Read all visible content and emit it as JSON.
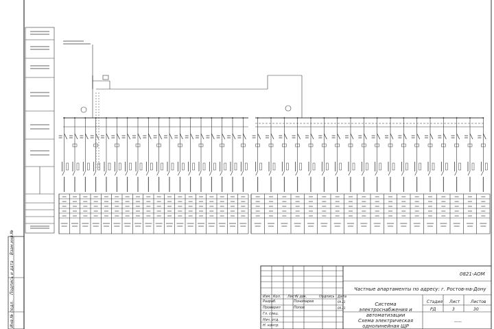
{
  "side_stamp": {
    "replaced_inv": "Взам.инв.№",
    "signature_date": "Подпись и дата",
    "inv_original": "Инв.№ подл."
  },
  "title_block": {
    "doc_code": "0821-АОМ",
    "object": "Частные апартаменты по адресу: г. Ростов-на-Дону",
    "system": "Система электроснабжения и автоматизации",
    "sheet_title": "Схема электрическая однолинейная ЩР",
    "org": "-----",
    "headers": {
      "izm": "Изм.",
      "kol": "Кол.",
      "list": "Лист",
      "ndok": "N док.",
      "podpis": "Подпись",
      "data": "Дата"
    },
    "rows": [
      {
        "role": "Разраб.",
        "name": "Пономарев",
        "date": "09.21"
      },
      {
        "role": "Проверил",
        "name": "Попов",
        "date": "09.21"
      },
      {
        "role": "Гл. спец.",
        "name": "",
        "date": ""
      },
      {
        "role": "Нач. отд.",
        "name": "",
        "date": ""
      },
      {
        "role": "Н. контр.",
        "name": "",
        "date": ""
      }
    ],
    "stage_label": "Стадия",
    "sheet_label": "Лист",
    "sheets_label": "Листов",
    "stage": "РД",
    "sheet": "3",
    "sheets": "30"
  },
  "schematic": {
    "left_feeders": 18,
    "right_feeders": 18,
    "colors": {
      "line": "#333333",
      "dashed": "#555555"
    }
  }
}
